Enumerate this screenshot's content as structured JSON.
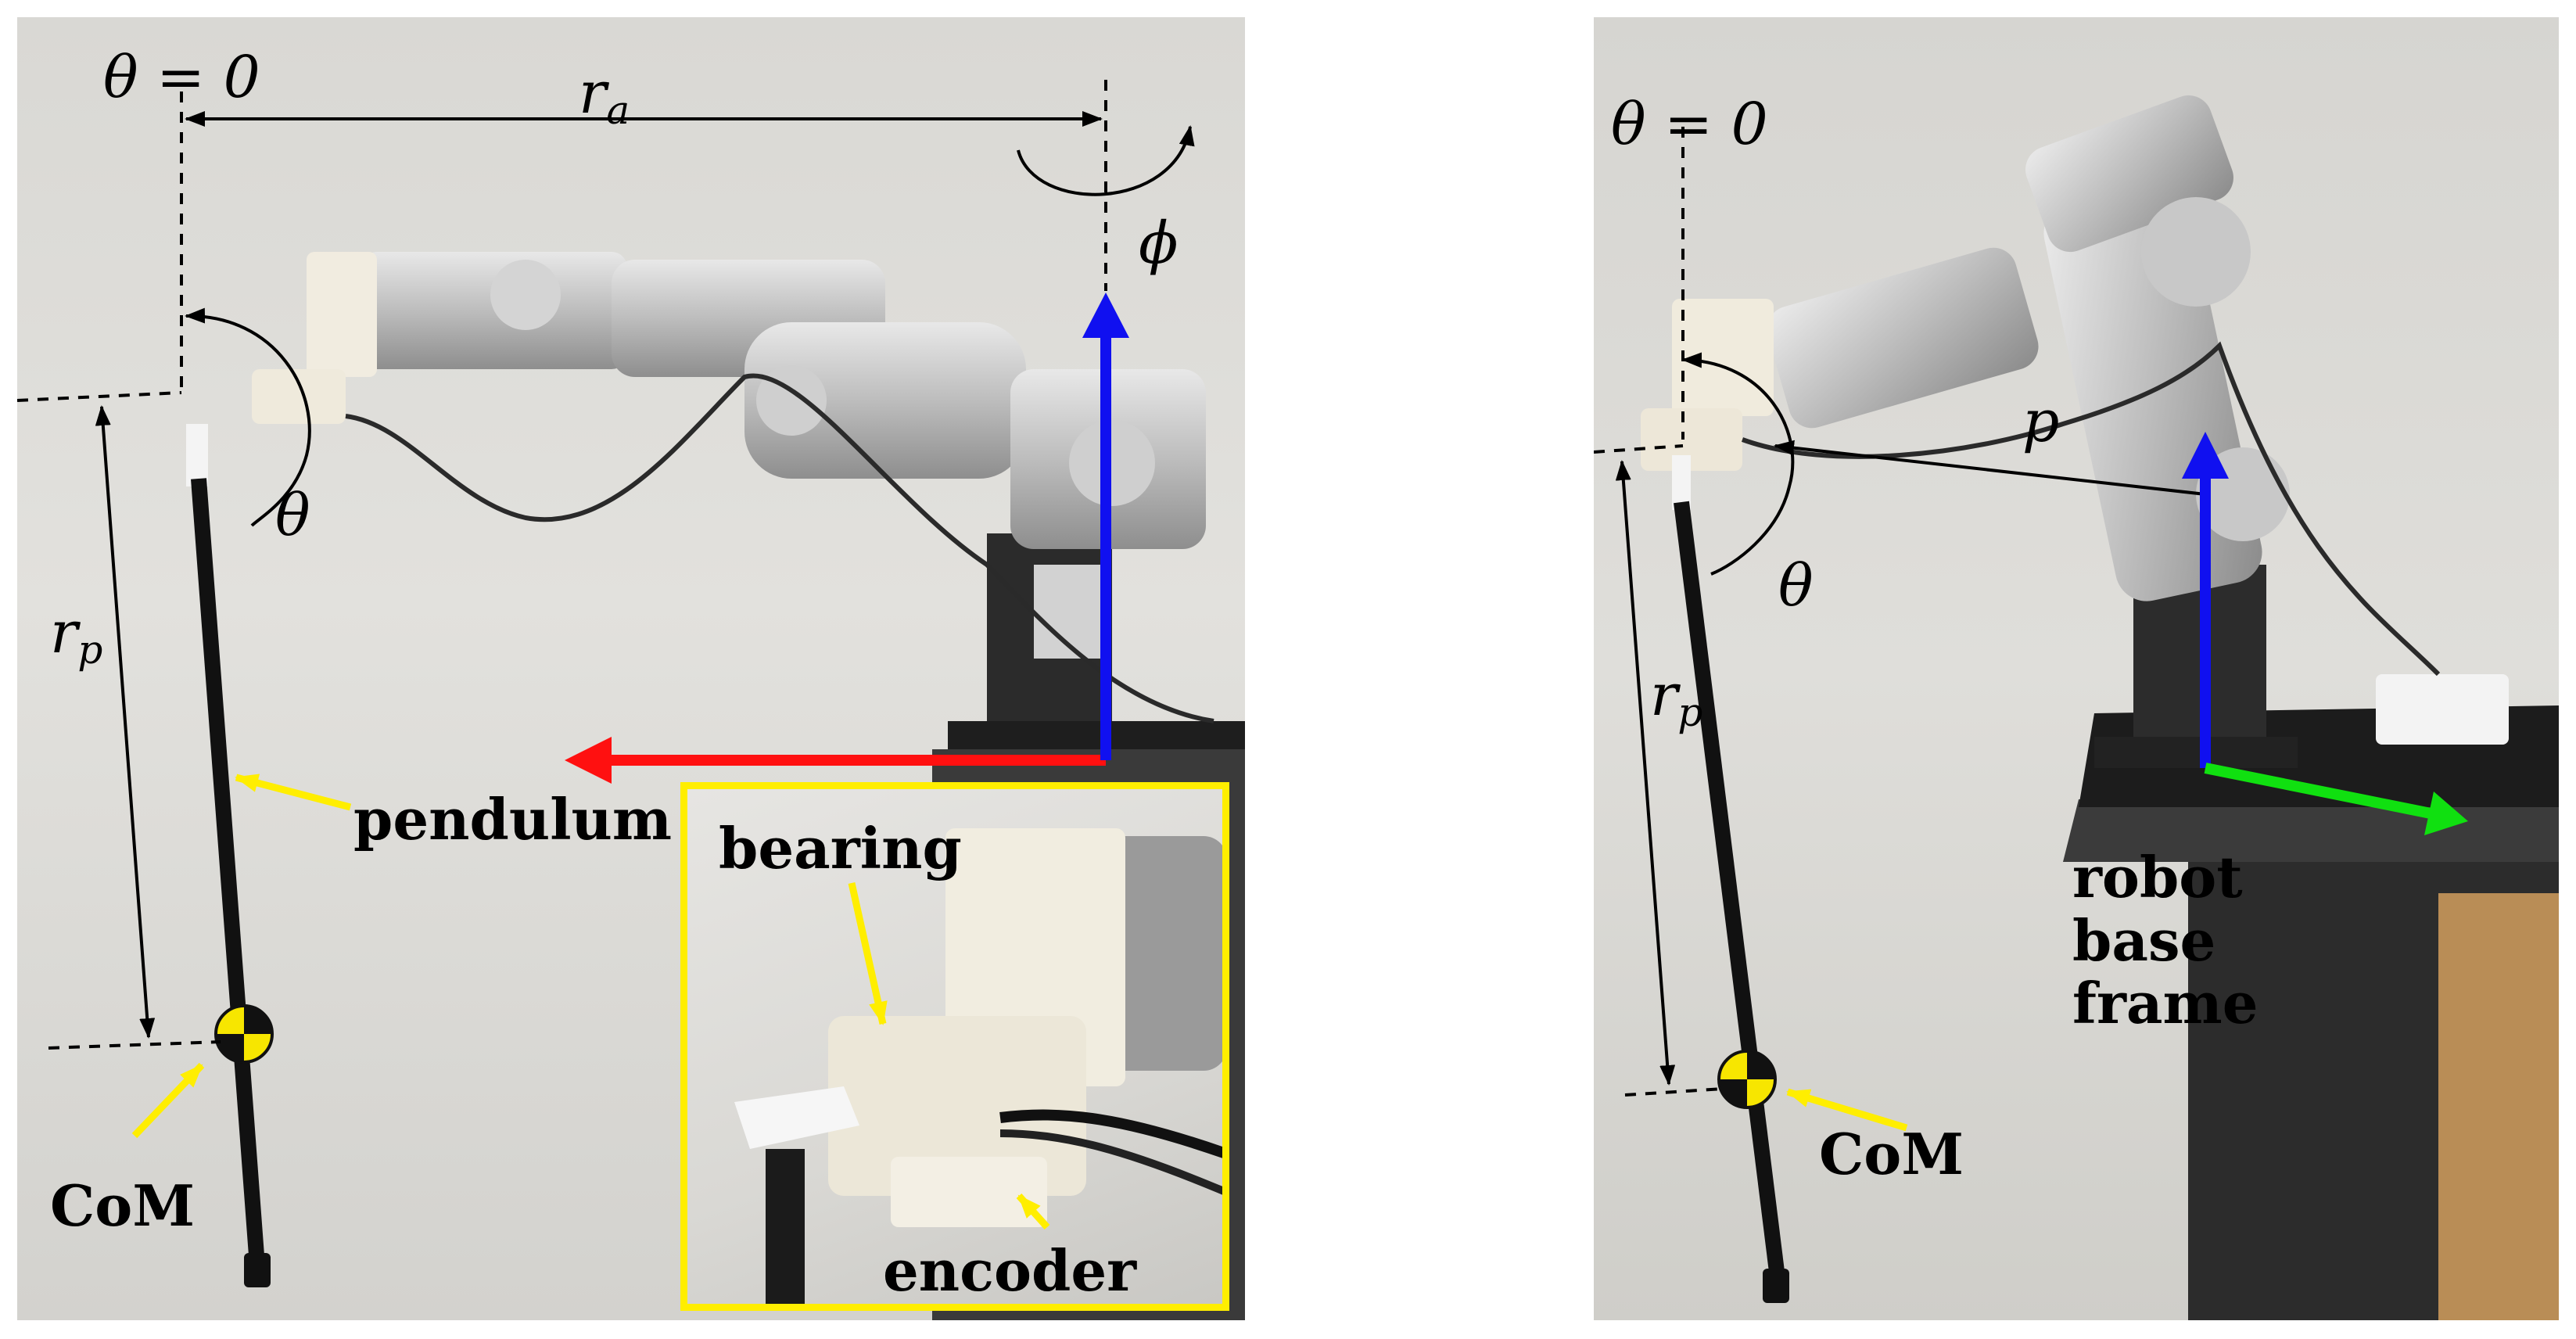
{
  "figure": {
    "left": {
      "theta_zero": "θ = 0",
      "r_a": "r",
      "r_a_sub": "a",
      "phi": "ϕ",
      "theta": "θ",
      "r_p": "r",
      "r_p_sub": "p",
      "pendulum": "pendulum",
      "com": "CoM",
      "inset": {
        "bearing": "bearing",
        "encoder": "encoder"
      }
    },
    "right": {
      "theta_zero": "θ = 0",
      "p": "p",
      "theta": "θ",
      "r_p": "r",
      "r_p_sub": "p",
      "robot_base_frame": "robot base frame",
      "com": "CoM"
    }
  },
  "colors": {
    "axis_red": "#ff1010",
    "axis_blue": "#1010f0",
    "axis_green": "#10e010",
    "annotation_yellow": "#ffee00",
    "inset_border": "#ffee00"
  }
}
